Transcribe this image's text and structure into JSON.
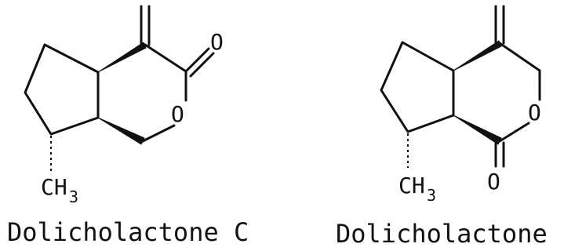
{
  "molecules": [
    {
      "caption": "Dolicholactone C",
      "ring_oxygen": "O",
      "carbonyl_oxygen": "O",
      "methyl_main": "CH",
      "methyl_sub": "3"
    },
    {
      "caption": "Dolicholactone D",
      "ring_oxygen": "O",
      "carbonyl_oxygen": "O",
      "methyl_main": "CH",
      "methyl_sub": "3"
    }
  ]
}
